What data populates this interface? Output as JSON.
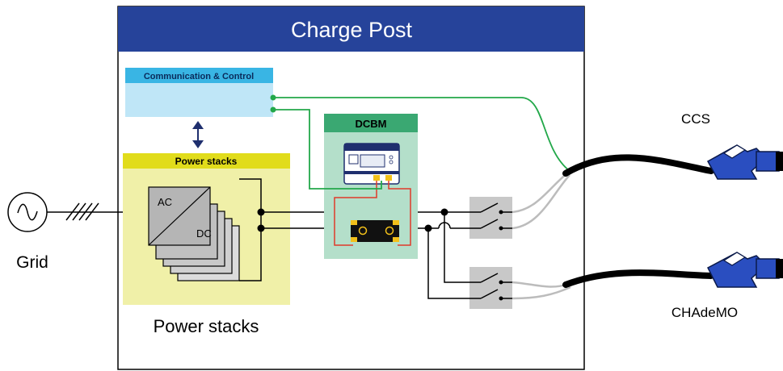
{
  "title": "Charge Post",
  "grid_label": "Grid",
  "comm_control_label": "Communication & Control",
  "power_stacks_header": "Power stacks",
  "power_stacks_caption": "Power stacks",
  "converter_ac_label": "AC",
  "converter_dc_label": "DC",
  "dcbm_label": "DCBM",
  "ccs_label": "CCS",
  "chademo_label": "CHAdeMO",
  "colors": {
    "title_bar": "#26439a",
    "comm_header": "#39b5e4",
    "comm_body": "#bfe6f7",
    "power_header": "#e1dc1b",
    "power_body": "#f0f0a8",
    "dcbm_header": "#3aa872",
    "dcbm_body": "#b4dfca",
    "signal_line": "#23a84a",
    "measure_line": "#e03a2a",
    "connector": "#2a4ec0"
  }
}
